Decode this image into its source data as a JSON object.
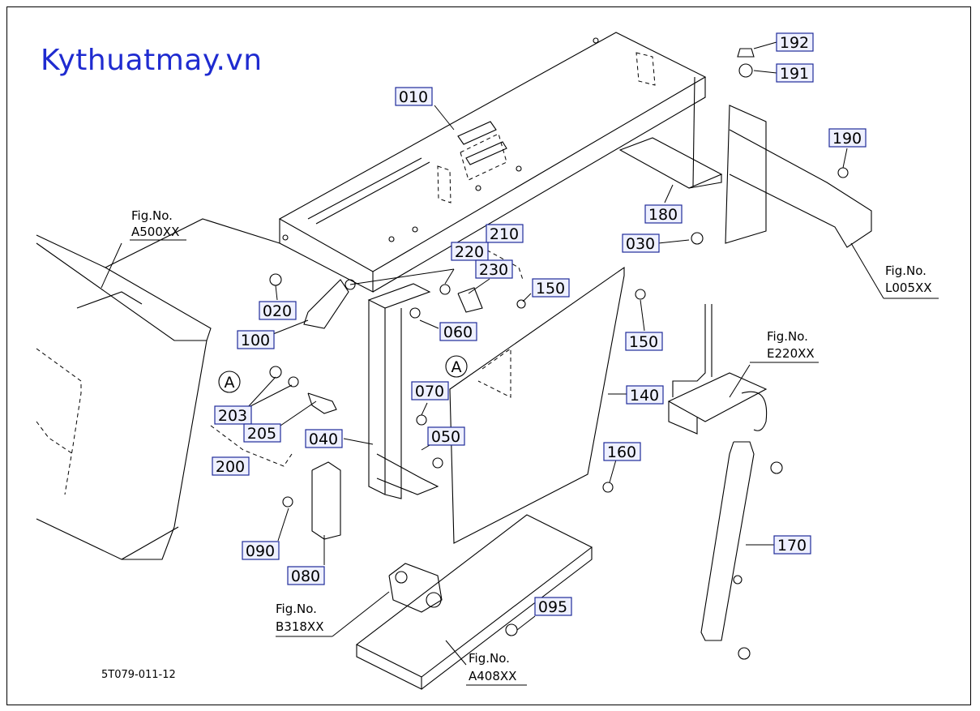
{
  "watermark": "Kythuatmay.vn",
  "drawing_code": "5T079-011-12",
  "part_labels": [
    "010",
    "020",
    "030",
    "040",
    "050",
    "060",
    "070",
    "080",
    "090",
    "095",
    "100",
    "140",
    "150",
    "150",
    "160",
    "170",
    "180",
    "190",
    "191",
    "192",
    "200",
    "203",
    "205",
    "210",
    "220",
    "230"
  ],
  "figure_refs": [
    {
      "title": "Fig.No.",
      "ref": "A500XX"
    },
    {
      "title": "Fig.No.",
      "ref": "L005XX"
    },
    {
      "title": "Fig.No.",
      "ref": "E220XX"
    },
    {
      "title": "Fig.No.",
      "ref": "B318XX"
    },
    {
      "title": "Fig.No.",
      "ref": "A408XX"
    }
  ],
  "section_marks": [
    "A",
    "A"
  ],
  "colors": {
    "watermark": "#1f2bd0",
    "label_box_fill": "#eef0ff",
    "label_box_border": "#1f2b9a",
    "line": "#000000"
  }
}
